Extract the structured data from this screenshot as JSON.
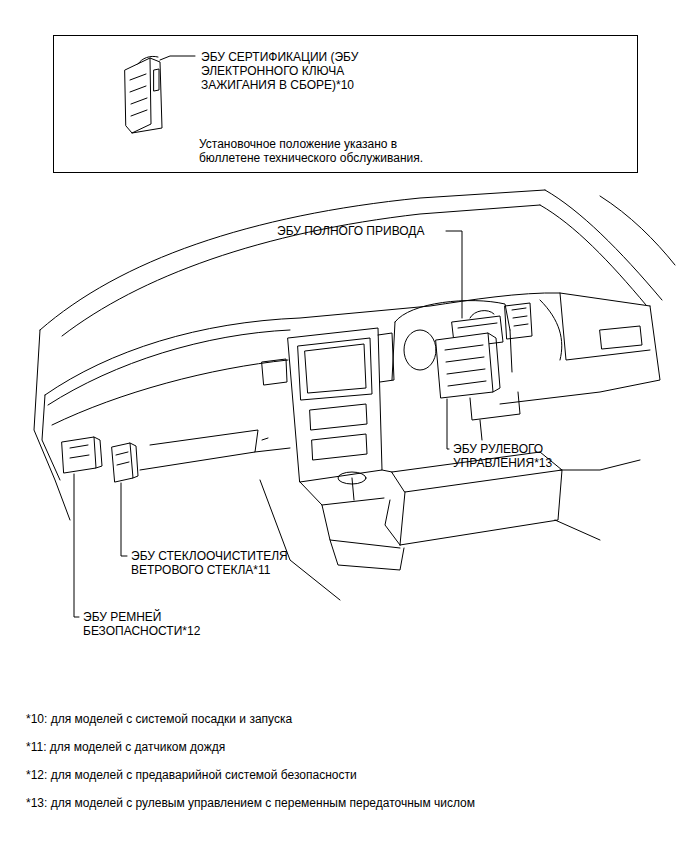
{
  "diagram": {
    "nodes": [
      {
        "text": [
          "ЭБУ СЕРТИФИКАЦИИ (ЭБУ ЭЛЕКТРОННОГО КЛЮЧА ЗАЖИГАНИЯ В СБОРЕ)*10",
          "Установочное положение указано в бюллетене технического обслуживания."
        ]
      }
    ],
    "labels": [
      "ЭБУ ПОЛНОГО ПРИВОДА",
      "ЭБУ РУЛЕВОГО УПРАВЛЕНИЯ*13",
      "ЭБУ СТЕКЛООЧИСТИТЕЛЯ ВЕТРОВОГО СТЕКЛА*11",
      "ЭБУ РЕМНЕЙ БЕЗОПАСНОСТИ*12",
      "*10: для моделей с системой посадки и запуска",
      "*11: для моделей с датчиком дождя",
      "*12: для моделей с предаварийной системой безопасности",
      "*13: для моделей с рулевым управлением с переменным передаточным числом"
    ]
  }
}
